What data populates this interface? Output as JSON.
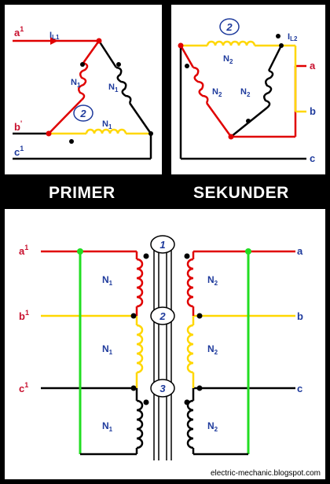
{
  "captions": {
    "primary": "PRIMER",
    "secondary": "SEKUNDER"
  },
  "primary": {
    "terminal_a": "a",
    "terminal_b": "b",
    "terminal_c": "c",
    "sup_1": "1",
    "sup_prime": "'",
    "current": "I",
    "current_sub": "L1",
    "coil": "N",
    "coil_sub": "1",
    "core_number": "2"
  },
  "secondary": {
    "current": "I",
    "current_sub": "L2",
    "coil": "N",
    "coil_sub": "2",
    "core_number": "2",
    "terminal_a": "a",
    "terminal_b": "b",
    "terminal_c": "c"
  },
  "bottom": {
    "left_terminals": [
      "a",
      "b",
      "c"
    ],
    "sup_1": "1",
    "right_terminals": [
      "a",
      "b",
      "c"
    ],
    "core_numbers": [
      "1",
      "2",
      "3"
    ],
    "primary_coil": "N",
    "primary_sub": "1",
    "secondary_coil": "N",
    "secondary_sub": "2"
  },
  "watermark": "electric-mechanic.blogspot.com",
  "colors": {
    "red": "#e00000",
    "yellow": "#ffd700",
    "black": "#000000",
    "green": "#22dd22",
    "label_blue": "#1e3a9c"
  }
}
